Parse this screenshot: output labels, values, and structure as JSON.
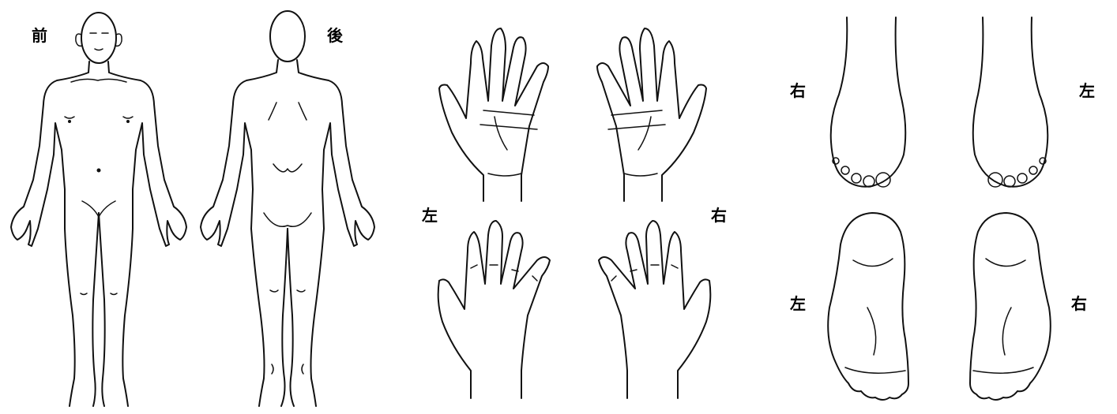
{
  "labels": {
    "front": "前",
    "back": "後",
    "hand_left": "左",
    "hand_right": "右",
    "foot_top_right": "右",
    "foot_top_left": "左",
    "foot_sole_left": "左",
    "foot_sole_right": "右"
  }
}
